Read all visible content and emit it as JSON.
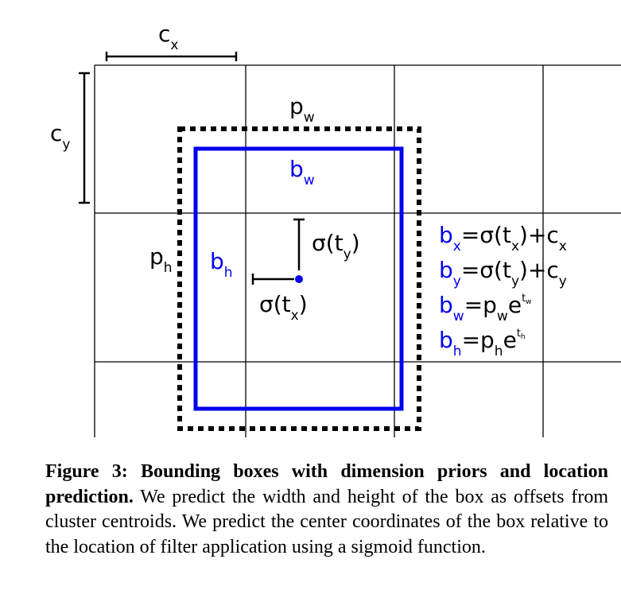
{
  "figure": {
    "labels": {
      "cx_main": "c",
      "cx_sub": "x",
      "cy_main": "c",
      "cy_sub": "y",
      "pw_main": "p",
      "pw_sub": "w",
      "ph_main": "p",
      "ph_sub": "h",
      "bw_main": "b",
      "bw_sub": "w",
      "bh_main": "b",
      "bh_sub": "h",
      "sig_ty_pre": "σ(t",
      "sig_ty_sub": "y",
      "sig_ty_post": ")",
      "sig_tx_pre": "σ(t",
      "sig_tx_sub": "x",
      "sig_tx_post": ")"
    },
    "equations": [
      {
        "lhs": "b",
        "lhs_sub": "x",
        "rhs": "=σ(t",
        "rhs_sub": "x",
        "rhs_tail": ")+c",
        "tail_sub": "x"
      },
      {
        "lhs": "b",
        "lhs_sub": "y",
        "rhs": "=σ(t",
        "rhs_sub": "y",
        "rhs_tail": ")+c",
        "tail_sub": "y"
      },
      {
        "lhs": "b",
        "lhs_sub": "w",
        "rhs": "=p",
        "rhs_sub": "w",
        "rhs_tail": "e",
        "sup_base": "t",
        "sup_sub": "w"
      },
      {
        "lhs": "b",
        "lhs_sub": "h",
        "rhs": "=p",
        "rhs_sub": "h",
        "rhs_tail": "e",
        "sup_base": "t",
        "sup_sub": "h"
      }
    ],
    "colors": {
      "blue": "#0000ee",
      "black": "#000000",
      "grid": "#000000"
    }
  },
  "caption": {
    "label": "Figure 3:",
    "bold": "Bounding boxes with dimension priors and location prediction.",
    "text": "We predict the width and height of the box as offsets from cluster centroids. We predict the center coordinates of the box relative to the location of filter application using a sigmoid function."
  }
}
